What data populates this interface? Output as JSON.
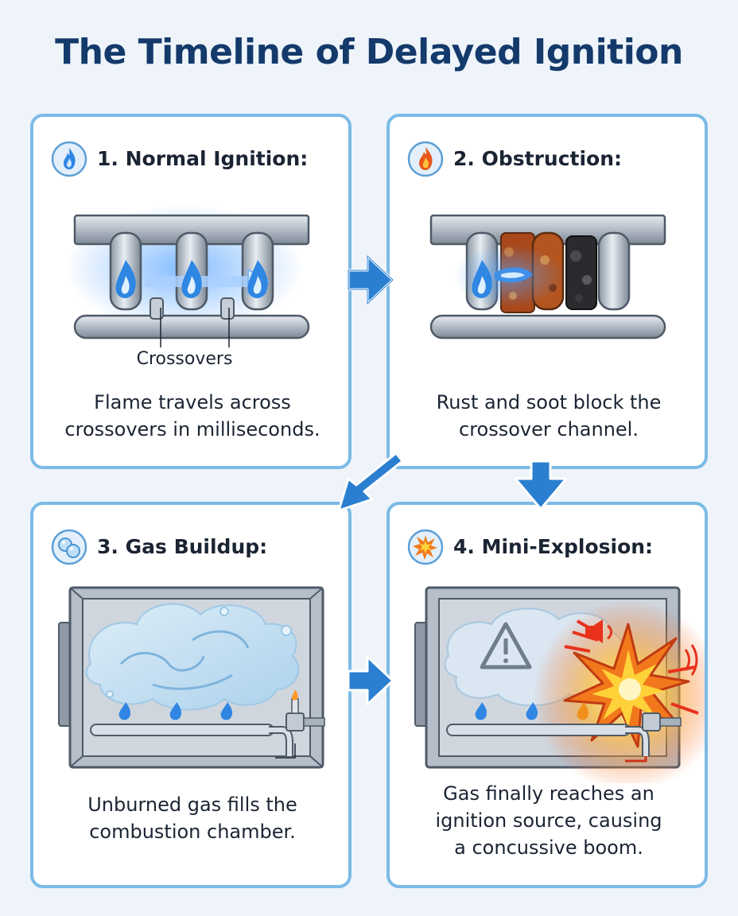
{
  "title": "The Timeline of Delayed Ignition",
  "panels": [
    {
      "title": "1. Normal Ignition:",
      "icon": "blue-flame-icon",
      "label": "Crossovers",
      "caption_lines": [
        "Flame travels across",
        "crossovers in milliseconds."
      ]
    },
    {
      "title": "2. Obstruction:",
      "icon": "orange-flame-icon",
      "caption_lines": [
        "Rust and soot block the",
        "crossover channel."
      ]
    },
    {
      "title": "3. Gas Buildup:",
      "icon": "gas-bubbles-icon",
      "caption_lines": [
        "Unburned gas fills the",
        "combustion chamber."
      ]
    },
    {
      "title": "4. Mini-Explosion:",
      "icon": "explosion-icon",
      "caption_lines": [
        "Gas finally reaches an",
        "ignition source, causing",
        "a concussive boom."
      ]
    }
  ],
  "colors": {
    "accent": "#2a7fd0",
    "border": "#7bbbe6",
    "title": "#143a6b",
    "flame": "#3a8ff0",
    "rust": "#b4541e",
    "explosion": "#f28a1c"
  }
}
